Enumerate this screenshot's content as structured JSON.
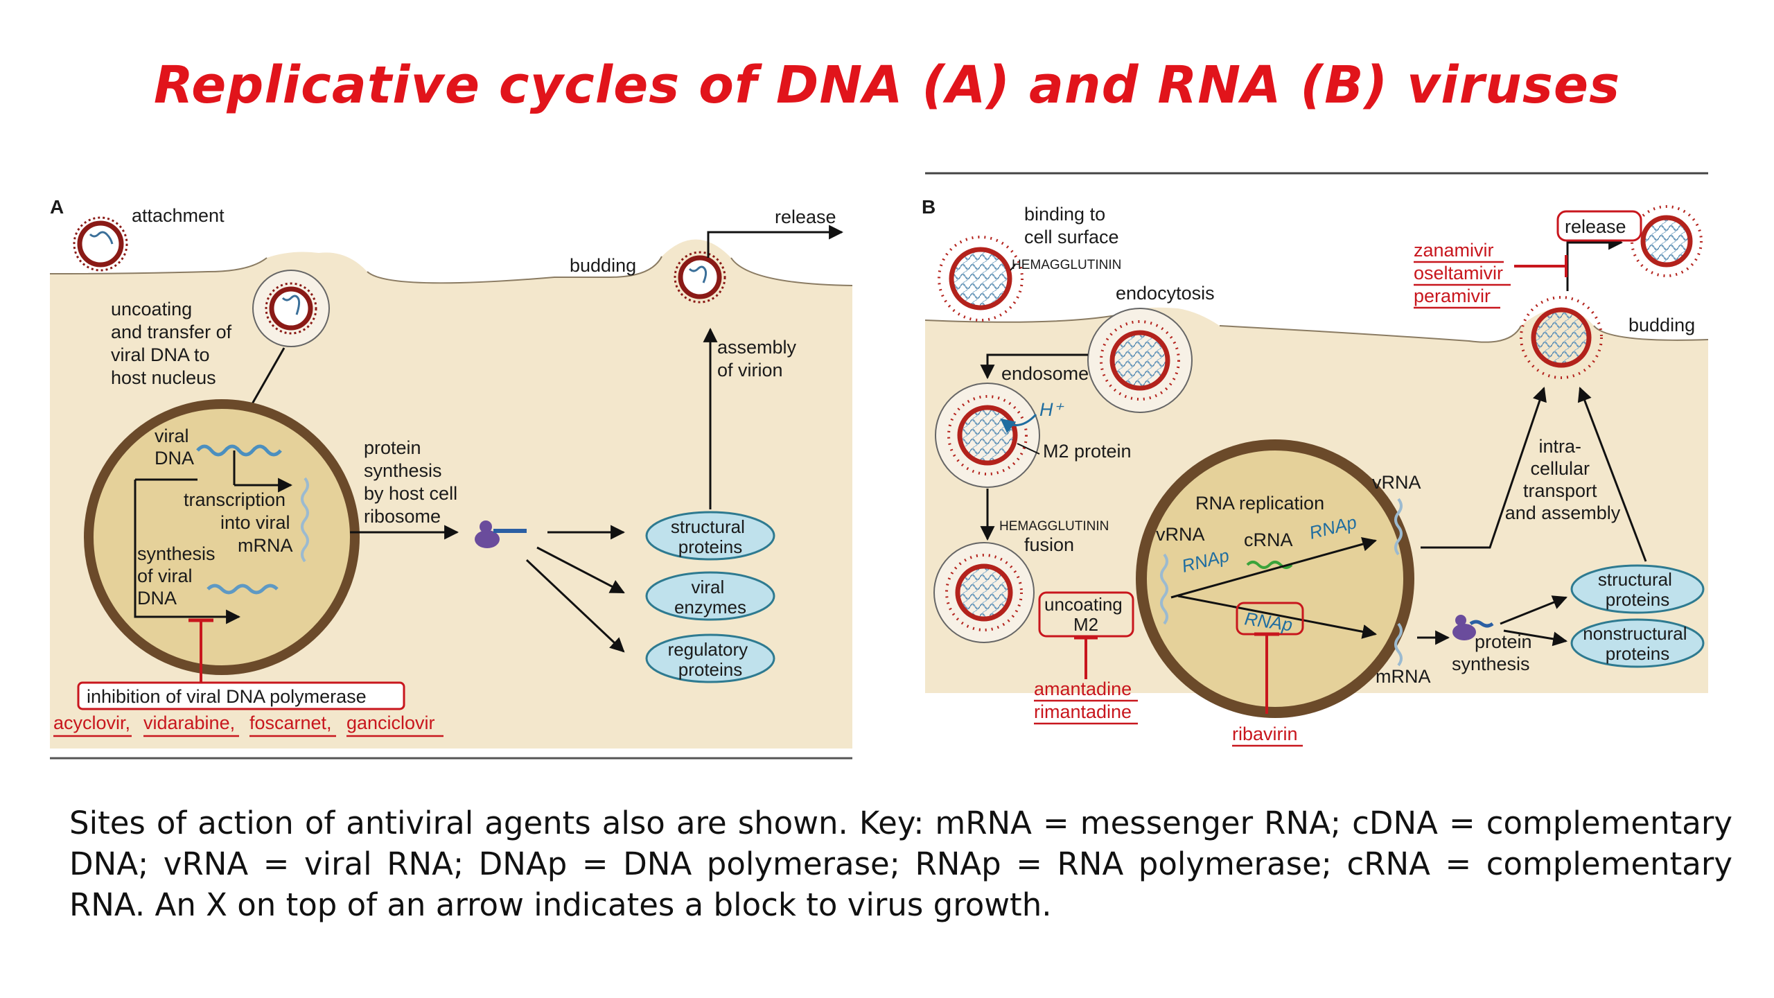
{
  "title": "Replicative cycles of DNA (A) and RNA (B) viruses",
  "colors": {
    "title_red": "#e1141b",
    "cytoplasm": "#f3e7cc",
    "nucleus_fill": "#e5d19a",
    "nucleus_border": "#6b4a2a",
    "protein_box": "#bfe1ec",
    "drug_red": "#c8161d",
    "rnap_blue": "#1f6da0"
  },
  "panel_a": {
    "letter": "A",
    "attachment": "attachment",
    "release": "release",
    "budding": "budding",
    "uncoating_lines": [
      "uncoating",
      "and transfer of",
      "viral DNA to",
      "host nucleus"
    ],
    "viral_dna_lines": [
      "viral",
      "DNA"
    ],
    "transcription_lines": [
      "transcription",
      "into viral",
      "mRNA"
    ],
    "synthesis_lines": [
      "synthesis",
      "of viral",
      "DNA"
    ],
    "protein_synthesis_lines": [
      "protein",
      "synthesis",
      "by host cell",
      "ribosome"
    ],
    "assembly_lines": [
      "assembly",
      "of virion"
    ],
    "structural_lines": [
      "structural",
      "proteins"
    ],
    "enzymes_lines": [
      "viral",
      "enzymes"
    ],
    "regulatory_lines": [
      "regulatory",
      "proteins"
    ],
    "inhibition": "inhibition of viral DNA polymerase",
    "drugs": [
      "acyclovir,",
      "vidarabine,",
      "foscarnet,",
      "ganciclovir"
    ]
  },
  "panel_b": {
    "letter": "B",
    "binding_lines": [
      "binding to",
      "cell surface"
    ],
    "hemagglutinin": "HEMAGGLUTININ",
    "endocytosis": "endocytosis",
    "endosome": "endosome",
    "h_plus": "H⁺",
    "m2_protein": "M2 protein",
    "hemagglutinin_fusion_lines": [
      "HEMAGGLUTININ",
      "fusion"
    ],
    "uncoating_lines": [
      "uncoating",
      "M2"
    ],
    "amantadine_drugs": [
      "amantadine",
      "rimantadine"
    ],
    "rna_replication": "RNA replication",
    "vrna_inside": "vRNA",
    "crna": "cRNA",
    "rnap": "RNAp",
    "vrna_outside": "vRNA",
    "mrna": "mRNA",
    "ribavirin": "ribavirin",
    "protein_synthesis_lines": [
      "protein",
      "synthesis"
    ],
    "structural_lines": [
      "structural",
      "proteins"
    ],
    "nonstructural_lines": [
      "nonstructural",
      "proteins"
    ],
    "transport_lines": [
      "intra-",
      "cellular",
      "transport",
      "and assembly"
    ],
    "release": "release",
    "budding": "budding",
    "neuraminidase_drugs": [
      "zanamivir",
      "oseltamivir",
      "peramivir"
    ]
  },
  "caption": "Sites of action of antiviral agents also are shown. Key: mRNA = messenger RNA; cDNA = complementary DNA; vRNA = viral RNA; DNAp = DNA polymerase; RNAp = RNA polymerase; cRNA = complementary RNA. An X on top of an arrow indicates a block to virus growth."
}
